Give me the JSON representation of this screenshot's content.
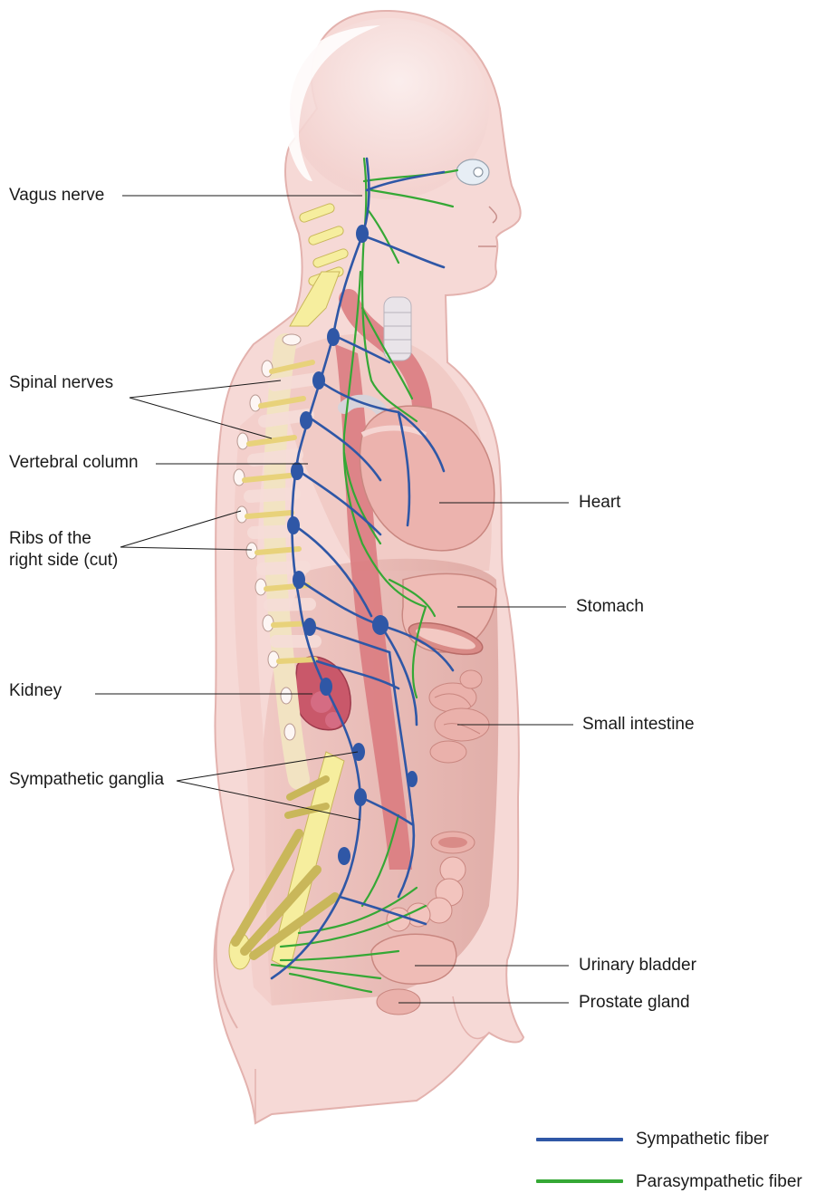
{
  "labels": {
    "vagus": "Vagus nerve",
    "spinal": "Spinal nerves",
    "vertebral": "Vertebral column",
    "ribs": "Ribs of the\nright side (cut)",
    "kidney": "Kidney",
    "ganglia": "Sympathetic ganglia",
    "heart": "Heart",
    "stomach": "Stomach",
    "intestine": "Small intestine",
    "bladder": "Urinary bladder",
    "prostate": "Prostate gland"
  },
  "legend": {
    "sympathetic": {
      "label": "Sympathetic fiber",
      "color": "#2f57a6"
    },
    "parasympathetic": {
      "label": "Parasympathetic fiber",
      "color": "#35a835"
    }
  },
  "colors": {
    "skin": "#f6d9d6",
    "skin_outline": "#e3b2ae",
    "cavity": "#e7b6b0",
    "bone": "#f6ee9e",
    "organ": "#e8a8a4",
    "kidney": "#c9586a"
  }
}
